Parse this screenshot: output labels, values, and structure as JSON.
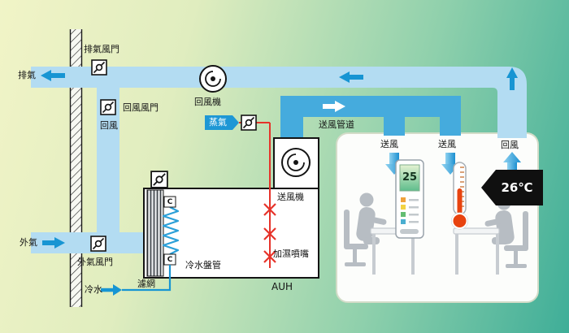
{
  "labels": {
    "exhaust": "排氣",
    "exhaust_damper": "排氣風門",
    "return_damper": "回風風門",
    "return_air": "回風",
    "return_fan": "回風機",
    "steam": "蒸氣",
    "supply_duct": "送風管道",
    "supply_air_1": "送風",
    "supply_air_2": "送風",
    "room_return_air": "回風",
    "supply_fan": "送風機",
    "outside_air": "外氣",
    "outside_air_damper": "外氣風門",
    "filter": "濾網",
    "cooling_coil": "冷水盤管",
    "chilled_water": "冷水",
    "humidifier_nozzle": "加濕噴嘴",
    "ahu": "AUH",
    "coil_port_top": "C",
    "coil_port_bottom": "C"
  },
  "readings": {
    "thermostat_display": "25",
    "room_temperature": "26℃"
  },
  "icons": {
    "damper": "damper-valve-icon",
    "fan": "centrifugal-fan-icon",
    "nozzle": "spray-nozzle-x-icon"
  },
  "colors": {
    "duct_light_blue": "#b3dcf2",
    "duct_dark_blue": "#45abdd",
    "flow_arrow_blue": "#1795d3",
    "steam_pipe_red": "#e6332a",
    "banner_black": "#101010",
    "lcd_green": "#5fbd8c",
    "wall_hatch": "#2b2b2b"
  }
}
